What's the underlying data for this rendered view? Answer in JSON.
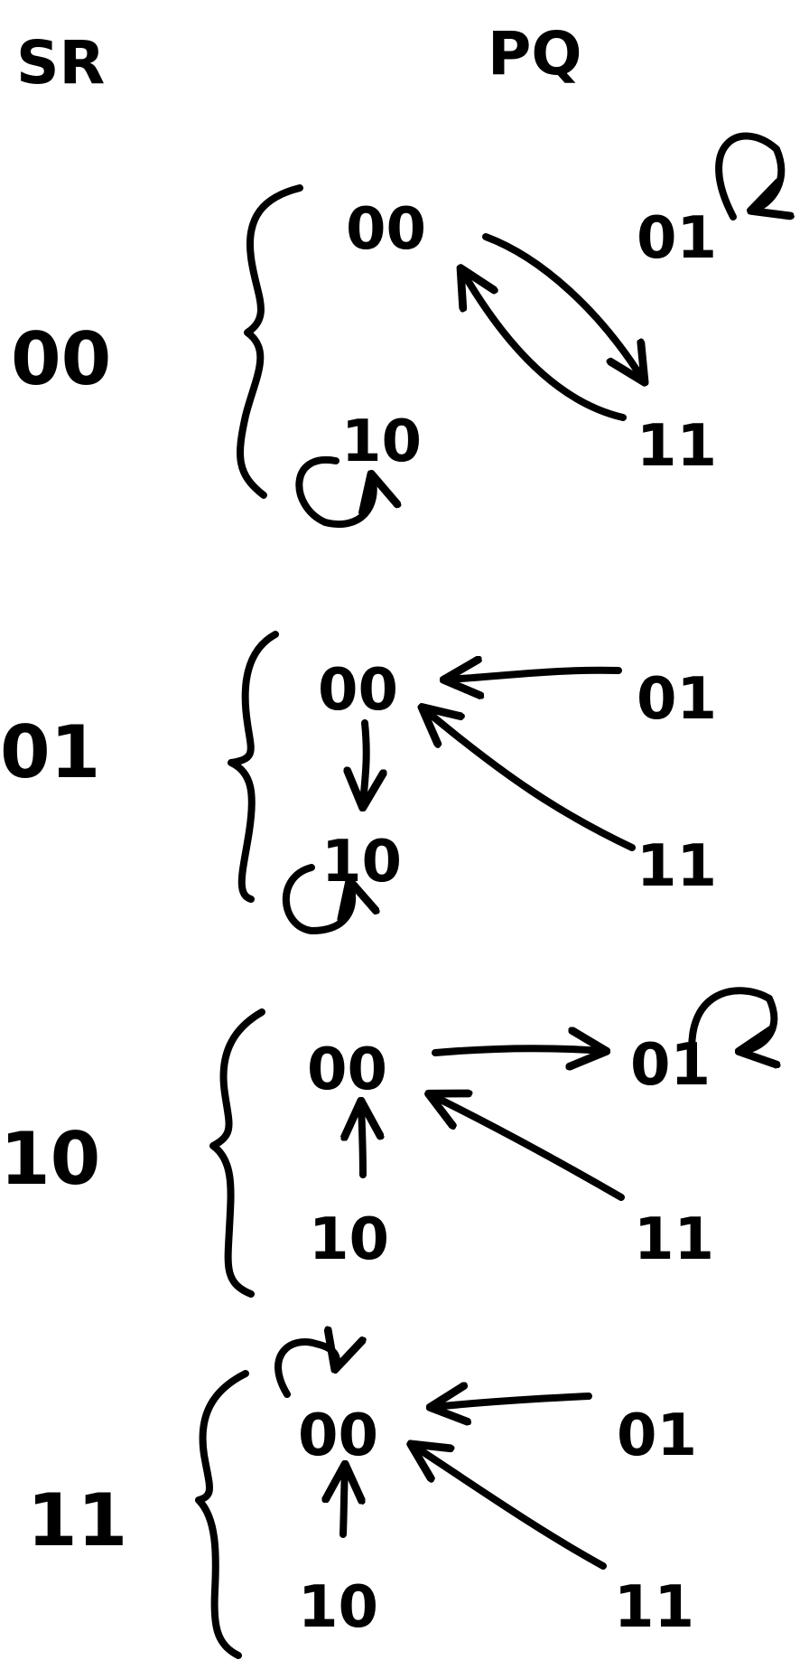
{
  "headers": {
    "input": "SR",
    "state": "PQ"
  },
  "groups": [
    {
      "input": "00",
      "states": [
        "00",
        "01",
        "10",
        "11"
      ],
      "transitions": [
        {
          "from": "00",
          "to": "11"
        },
        {
          "from": "11",
          "to": "00"
        },
        {
          "from": "01",
          "to": "01"
        },
        {
          "from": "10",
          "to": "10"
        }
      ]
    },
    {
      "input": "01",
      "states": [
        "00",
        "01",
        "10",
        "11"
      ],
      "transitions": [
        {
          "from": "01",
          "to": "00"
        },
        {
          "from": "11",
          "to": "00"
        },
        {
          "from": "00",
          "to": "10"
        },
        {
          "from": "10",
          "to": "10"
        }
      ]
    },
    {
      "input": "10",
      "states": [
        "00",
        "01",
        "10",
        "11"
      ],
      "transitions": [
        {
          "from": "00",
          "to": "01"
        },
        {
          "from": "11",
          "to": "00"
        },
        {
          "from": "10",
          "to": "00"
        },
        {
          "from": "01",
          "to": "01"
        }
      ]
    },
    {
      "input": "11",
      "states": [
        "00",
        "01",
        "10",
        "11"
      ],
      "transitions": [
        {
          "from": "01",
          "to": "00"
        },
        {
          "from": "11",
          "to": "00"
        },
        {
          "from": "10",
          "to": "00"
        },
        {
          "from": "00",
          "to": "00"
        }
      ]
    }
  ]
}
